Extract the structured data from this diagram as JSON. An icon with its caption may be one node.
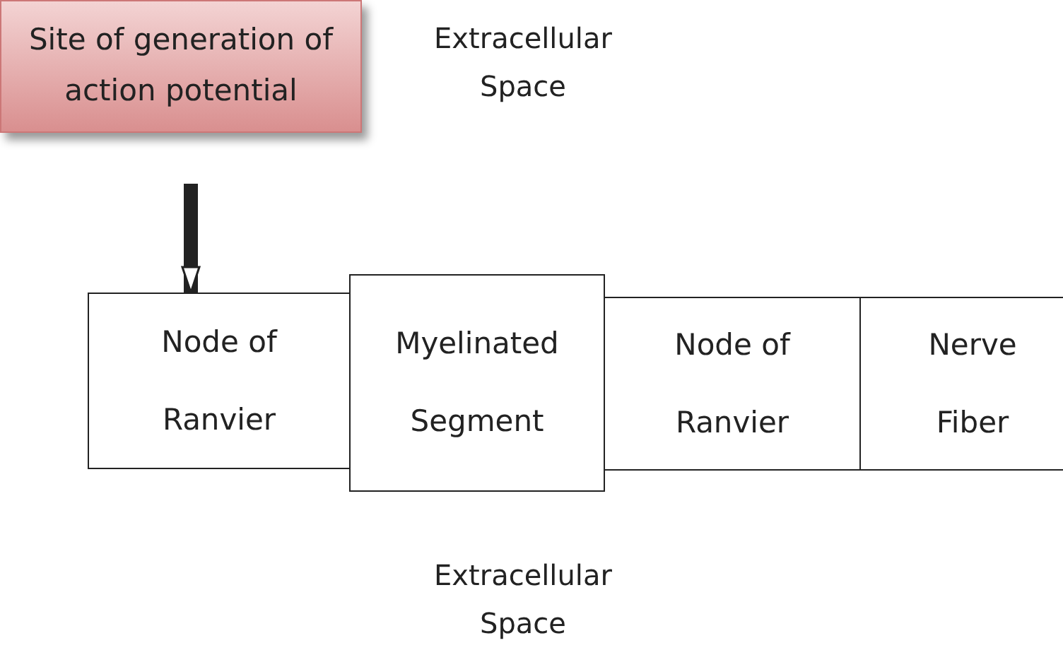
{
  "diagram": {
    "nodes": [
      {
        "text": [
          "Site of generation of action potential"
        ]
      },
      {
        "text": [
          "Node of Ranvier"
        ]
      },
      {
        "text": [
          "Myelinated Segment"
        ]
      },
      {
        "text": [
          "Node of Ranvier"
        ]
      },
      {
        "text": [
          "Nerve Fiber"
        ]
      }
    ],
    "edges": [
      {
        "from": 0,
        "to": 1,
        "arrow": "to"
      }
    ],
    "labels": [
      "Extracellular Space",
      "Extracellular Space"
    ]
  }
}
